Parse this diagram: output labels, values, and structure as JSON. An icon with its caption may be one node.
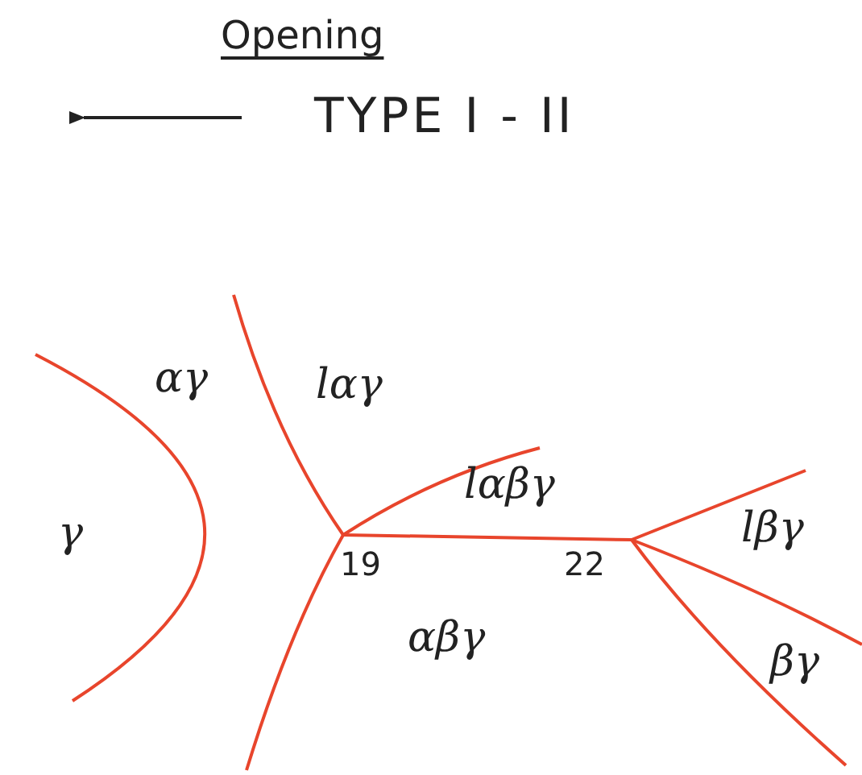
{
  "diagram": {
    "title": "Opening",
    "labels": [
      "TYPE I - II",
      "αγ",
      "lαγ",
      "lαβγ",
      "γ",
      "19",
      "22",
      "lβγ",
      "αβγ",
      "βγ"
    ]
  }
}
